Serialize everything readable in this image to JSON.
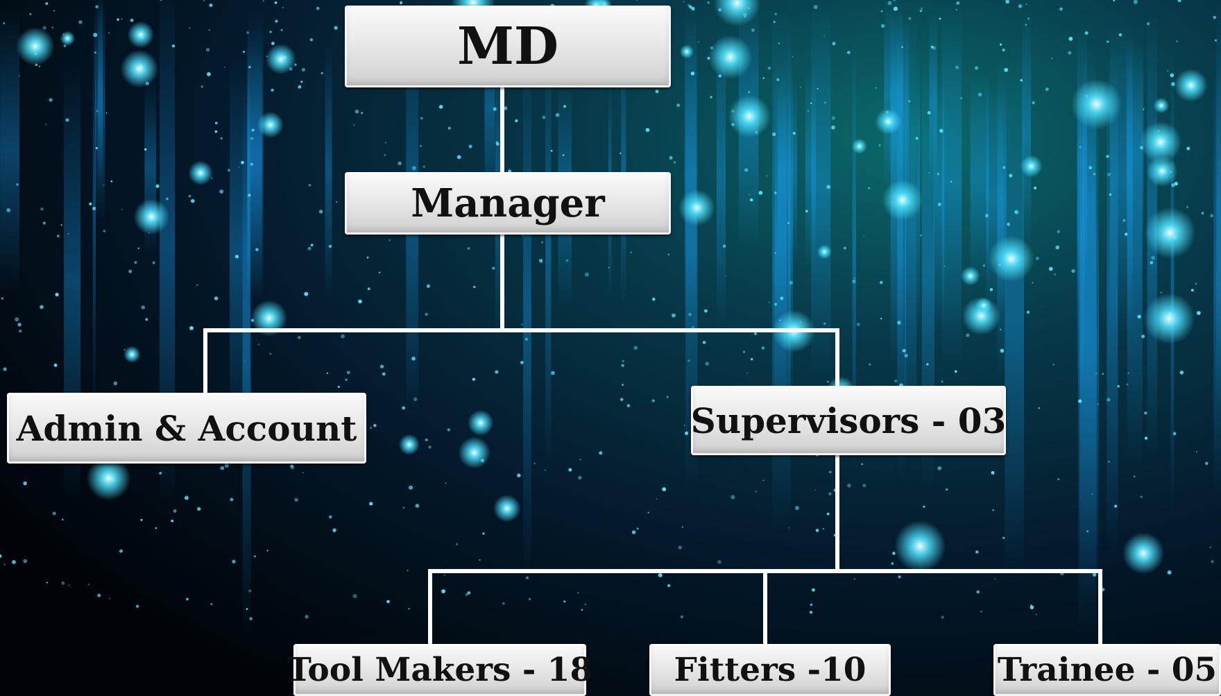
{
  "org_chart": {
    "md": "MD",
    "manager": "Manager",
    "admin_account": "Admin & Account",
    "supervisors": "Supervisors - 03",
    "tool_makers": "Tool Makers - 18",
    "fitters": "Fitters -10",
    "trainee": "Trainee - 05"
  },
  "colors": {
    "connector": "#ffffff",
    "particle": "#4fe3ff",
    "node_text": "#111111"
  }
}
